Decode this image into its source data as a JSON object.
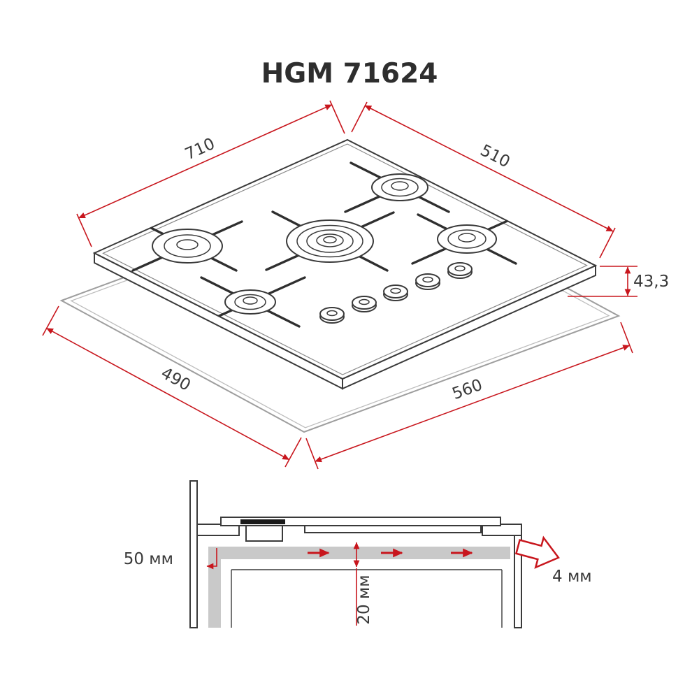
{
  "title": "HGM 71624",
  "colors": {
    "outline": "#3a3a3a",
    "dimension_red": "#c8161d",
    "cutout_gray": "#9e9e9e",
    "duct_gray": "#c9c9c9",
    "text": "#3a3a3a"
  },
  "dimensions": {
    "width_top": "710",
    "depth_top": "510",
    "height": "43,3",
    "cutout_depth": "490",
    "cutout_width": "560"
  },
  "installation": {
    "left_clearance": "50 мм",
    "right_gap": "4 мм",
    "under_clearance": "20 мм"
  }
}
